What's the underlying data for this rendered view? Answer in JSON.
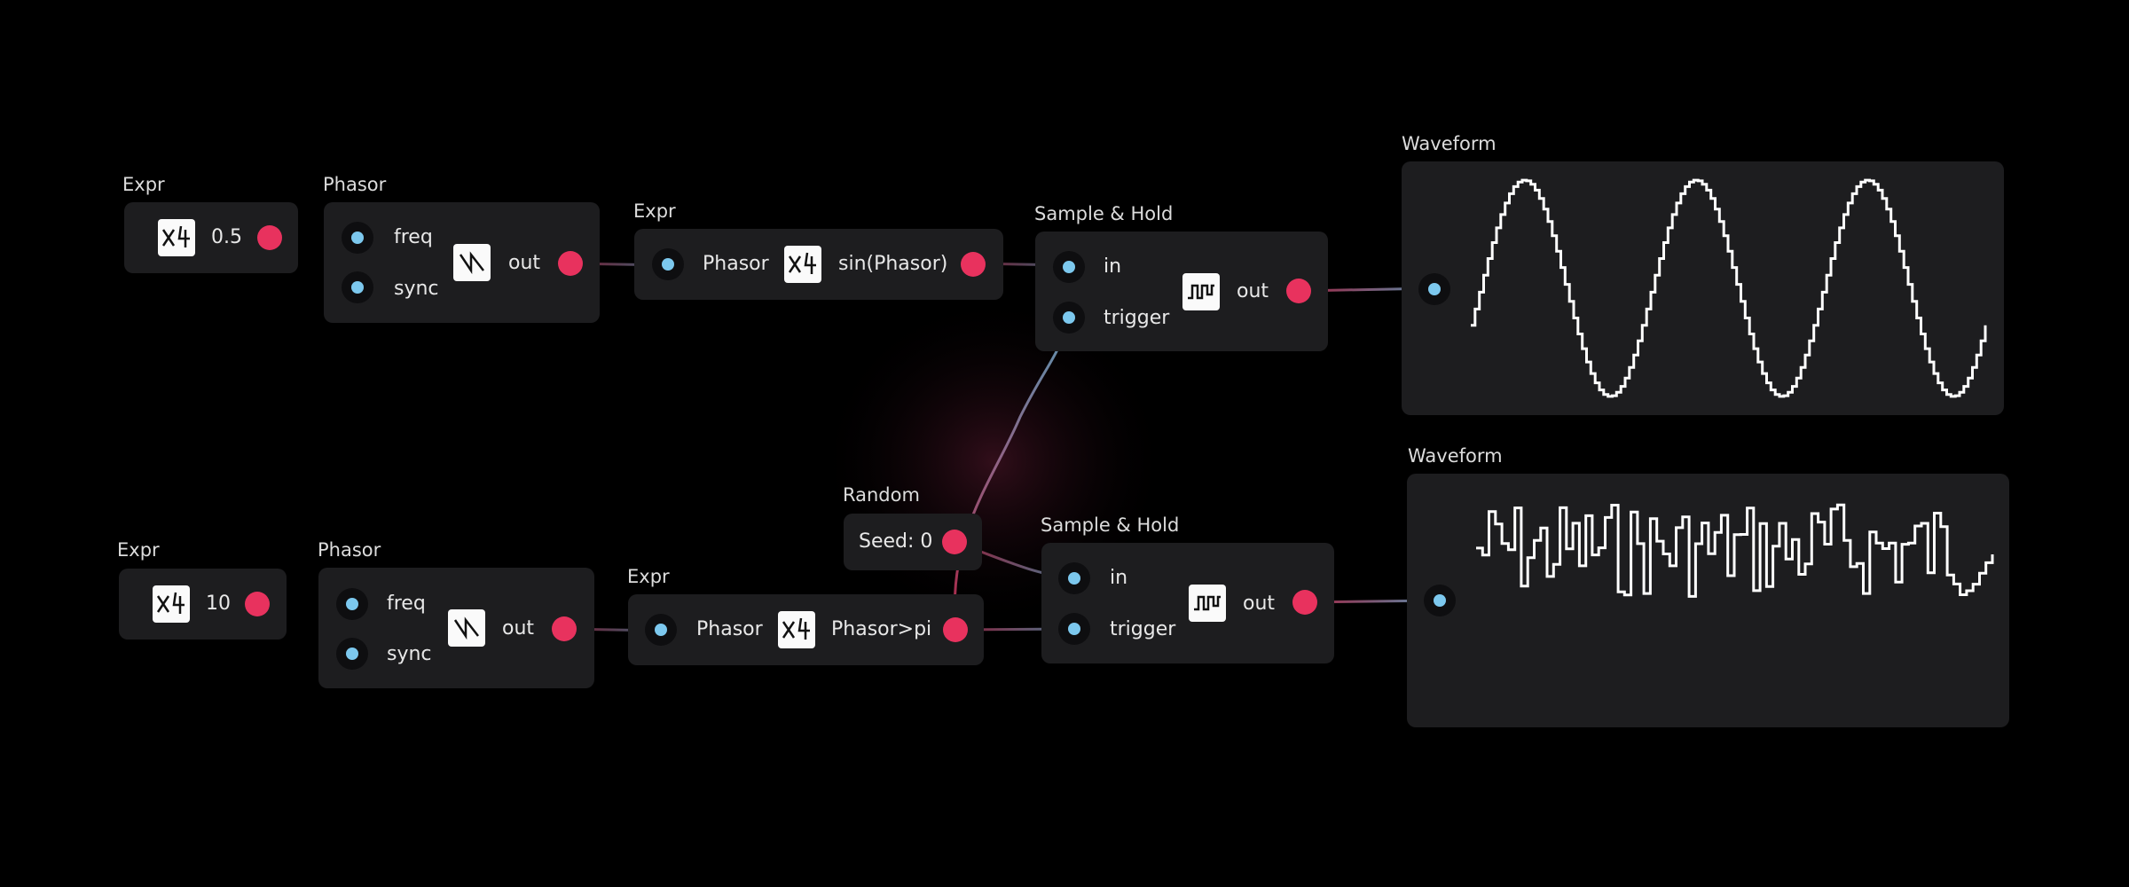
{
  "theme": {
    "background": "#000000",
    "node": "#1d1d1f",
    "input_port": "#7cc8ee",
    "output_port": "#e8325e",
    "icon_bg": "#fafafa"
  },
  "top": {
    "expr_a": {
      "title": "Expr",
      "value": "0.5",
      "icon": "expr-icon"
    },
    "phasor": {
      "title": "Phasor",
      "in1": "freq",
      "in2": "sync",
      "out": "out",
      "icon": "sawtooth-icon"
    },
    "expr_b": {
      "title": "Expr",
      "in": "Phasor",
      "expr": "sin(Phasor)",
      "icon": "expr-icon"
    },
    "sh": {
      "title": "Sample & Hold",
      "in1": "in",
      "in2": "trigger",
      "out": "out",
      "icon": "sample-hold-icon"
    },
    "waveform": {
      "title": "Waveform"
    }
  },
  "bottom": {
    "expr_a": {
      "title": "Expr",
      "value": "10",
      "icon": "expr-icon"
    },
    "phasor": {
      "title": "Phasor",
      "in1": "freq",
      "in2": "sync",
      "out": "out",
      "icon": "sawtooth-icon"
    },
    "random": {
      "title": "Random",
      "seed": "Seed: 0"
    },
    "expr_b": {
      "title": "Expr",
      "in": "Phasor",
      "expr": "Phasor>pi",
      "icon": "expr-icon"
    },
    "sh": {
      "title": "Sample & Hold",
      "in1": "in",
      "in2": "trigger",
      "out": "out",
      "icon": "sample-hold-icon"
    },
    "waveform": {
      "title": "Waveform"
    }
  }
}
